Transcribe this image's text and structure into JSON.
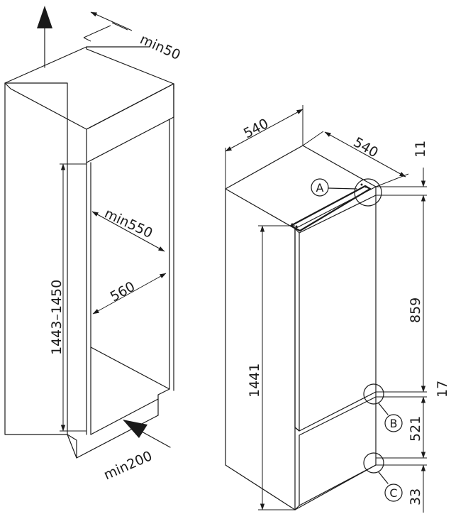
{
  "niche": {
    "height": "1443–1450",
    "depth_min": "min550",
    "width": "560",
    "top_vent": "min50",
    "bottom_vent": "min200"
  },
  "appliance": {
    "width": "540",
    "depth": "540",
    "height": "1441",
    "top_gap": "11",
    "upper_door": "859",
    "middle_gap": "17",
    "lower_door": "521",
    "bottom_gap": "33"
  },
  "callouts": {
    "a": "A",
    "b": "B",
    "c": "C"
  }
}
